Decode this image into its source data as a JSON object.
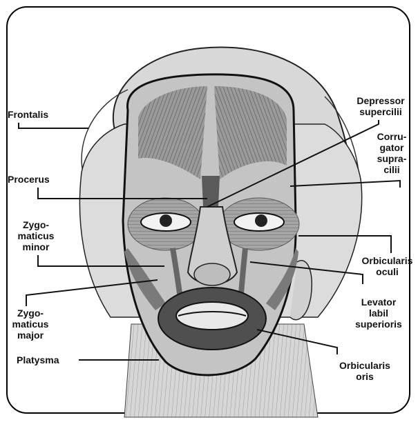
{
  "labels": {
    "frontalis": [
      "Frontalis"
    ],
    "procerus": [
      "Procerus"
    ],
    "zygomaticus_minor": [
      "Zygo-",
      "maticus",
      "minor"
    ],
    "zygomaticus_major": [
      "Zygo-",
      "maticus",
      "major"
    ],
    "platysma": [
      "Platysma"
    ],
    "depressor_supercilii": [
      "Depressor",
      "supercilii"
    ],
    "corrugator_supercilii": [
      "Corru-",
      "gator",
      "supra-",
      "cilii"
    ],
    "orbicularis_oculi": [
      "Orbicularis",
      "oculi"
    ],
    "levator_labii_superioris": [
      "Levator",
      "labil",
      "superioris"
    ],
    "orbicularis_oris": [
      "Orbicularis",
      "oris"
    ]
  },
  "colors": {
    "ink": "#111111",
    "skin_light": "#e2e2e2",
    "skin_mid": "#c8c8c8",
    "muscle_dark": "#8a8a8a"
  }
}
